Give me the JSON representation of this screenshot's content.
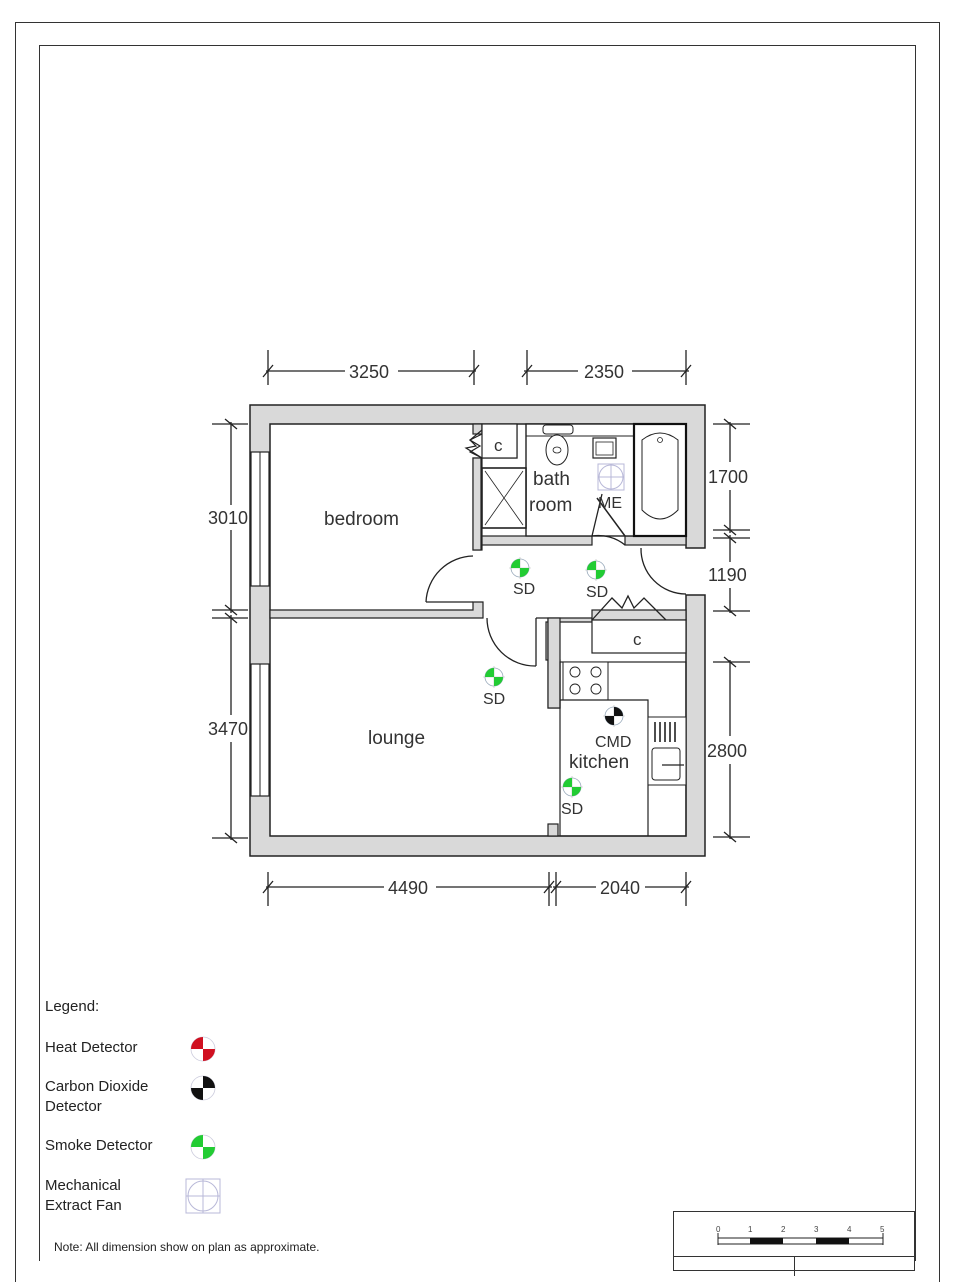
{
  "drawing": {
    "rooms": [
      {
        "id": "bedroom",
        "label": "bedroom"
      },
      {
        "id": "bathroom",
        "label_line1": "bath",
        "label_line2": "room"
      },
      {
        "id": "lounge",
        "label": "lounge"
      },
      {
        "id": "kitchen",
        "label": "kitchen"
      },
      {
        "id": "cupboard_1",
        "label": "c"
      },
      {
        "id": "cupboard_2",
        "label": "c"
      }
    ],
    "dimensions": {
      "top": [
        "3250",
        "2350"
      ],
      "bottom": [
        "4490",
        "2040"
      ],
      "left": [
        "3010",
        "3470"
      ],
      "right": [
        "1700",
        "1190",
        "2800"
      ]
    },
    "devices": [
      {
        "type": "smoke",
        "label": "SD",
        "location": "hall-left"
      },
      {
        "type": "smoke",
        "label": "SD",
        "location": "hall-right"
      },
      {
        "type": "smoke",
        "label": "SD",
        "location": "lounge"
      },
      {
        "type": "smoke",
        "label": "SD",
        "location": "kitchen"
      },
      {
        "type": "carbon-dioxide",
        "label": "CMD",
        "location": "kitchen"
      },
      {
        "type": "extract-fan",
        "label": "ME",
        "location": "bathroom"
      }
    ]
  },
  "legend": {
    "title": "Legend:",
    "items": [
      {
        "label": "Heat Detector",
        "color": "#d01020"
      },
      {
        "label": "Carbon Dioxide Detector",
        "color": "#111111"
      },
      {
        "label": "Smoke Detector",
        "color": "#22cc33"
      },
      {
        "label": "Mechanical Extract Fan",
        "color": "#b8b8d8"
      }
    ]
  },
  "note": "Note: All dimension show on plan as approximate.",
  "scale_bar": {
    "ticks": [
      "0",
      "1",
      "2",
      "3",
      "4",
      "5"
    ]
  },
  "colors": {
    "wall_fill": "#d9d9d9",
    "line": "#222222",
    "smoke": "#22cc33",
    "heat": "#d01020",
    "co": "#111111",
    "fan": "#b8b8d8"
  }
}
